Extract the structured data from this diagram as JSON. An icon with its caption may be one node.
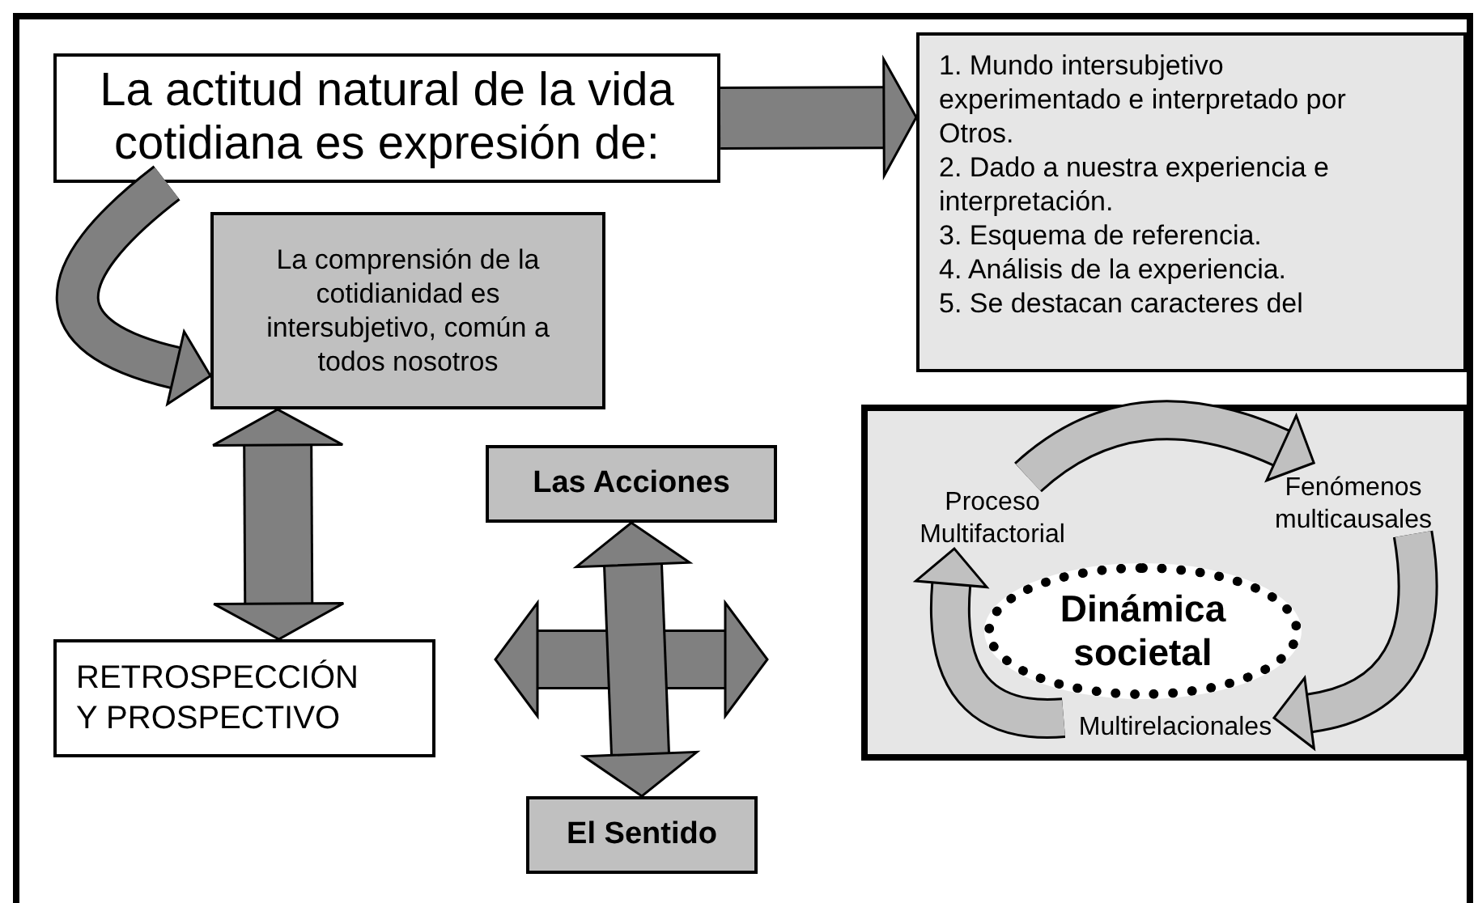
{
  "diagram": {
    "nodes": [
      {
        "text": [
          "La actitud natural de la vida cotidiana es expresión de:"
        ]
      },
      {
        "text": [
          "1. Mundo intersubjetivo experimentado e interpretado por Otros.",
          "2. Dado a nuestra experiencia e interpretación.",
          "3. Esquema de referencia.",
          "4. Análisis de la experiencia.",
          "5. Se destacan caracteres del"
        ]
      },
      {
        "text": [
          "La comprensión de la cotidianidad es intersubjetivo, común a todos nosotros"
        ]
      },
      {
        "text": [
          "RETROSPECCIÓN Y PROSPECTIVO"
        ]
      },
      {
        "text": [
          "Las Acciones"
        ]
      },
      {
        "text": [
          "El Sentido"
        ]
      },
      {
        "text": [],
        "shape": "box"
      },
      {
        "text": [
          "Proceso Multifactorial"
        ],
        "in": 6
      },
      {
        "text": [
          "Fenómenos multicausales"
        ],
        "in": 6
      },
      {
        "text": [
          "Dinámica societal"
        ],
        "in": 6
      },
      {
        "text": [
          "Multirelacionales"
        ],
        "in": 6
      }
    ],
    "edges": [
      {
        "from": 0,
        "to": 1,
        "arrow": "to"
      },
      {
        "from": 0,
        "to": 2,
        "arrow": "to"
      },
      {
        "from": 2,
        "to": 3,
        "arrow": "both"
      },
      {
        "from": 4,
        "to": 5,
        "arrow": "both"
      },
      {
        "from": 7,
        "to": 8,
        "arrow": "to",
        "color": "#c0c0c0"
      },
      {
        "from": 8,
        "to": 10,
        "arrow": "to",
        "color": "#c0c0c0"
      },
      {
        "from": 10,
        "to": 7,
        "arrow": "to",
        "color": "#c0c0c0"
      }
    ]
  }
}
